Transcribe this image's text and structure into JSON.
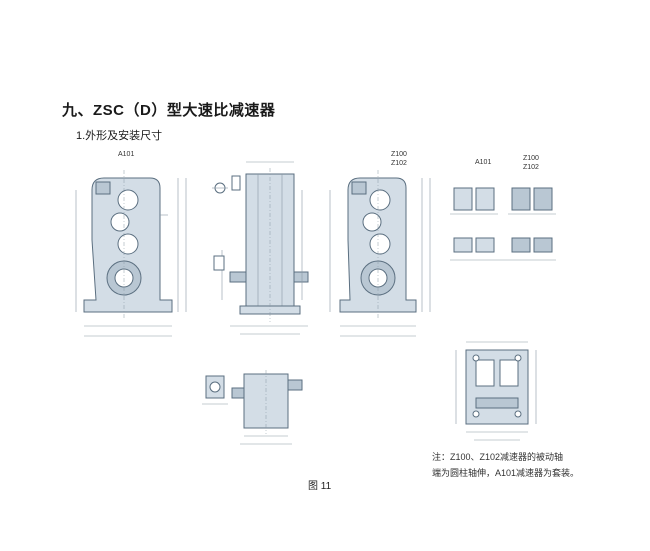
{
  "heading": {
    "title": "九、ZSC（D）型大速比减速器",
    "subtitle": "1.外形及安装尺寸"
  },
  "labels": {
    "front_a101": "A101",
    "front_z100": "Z100",
    "front_z102": "Z102",
    "shaft_a101": "A101",
    "shaft_z100": "Z100",
    "shaft_z102": "Z102"
  },
  "note": {
    "line1": "注：Z100、Z102减速器的被动轴",
    "line2": "端为圆柱轴伸，A101减速器为套装。"
  },
  "figure_caption": "图 11",
  "colors": {
    "body_fill": "#d3dde6",
    "outline": "#5b6f80",
    "dim": "#8a99a6"
  }
}
